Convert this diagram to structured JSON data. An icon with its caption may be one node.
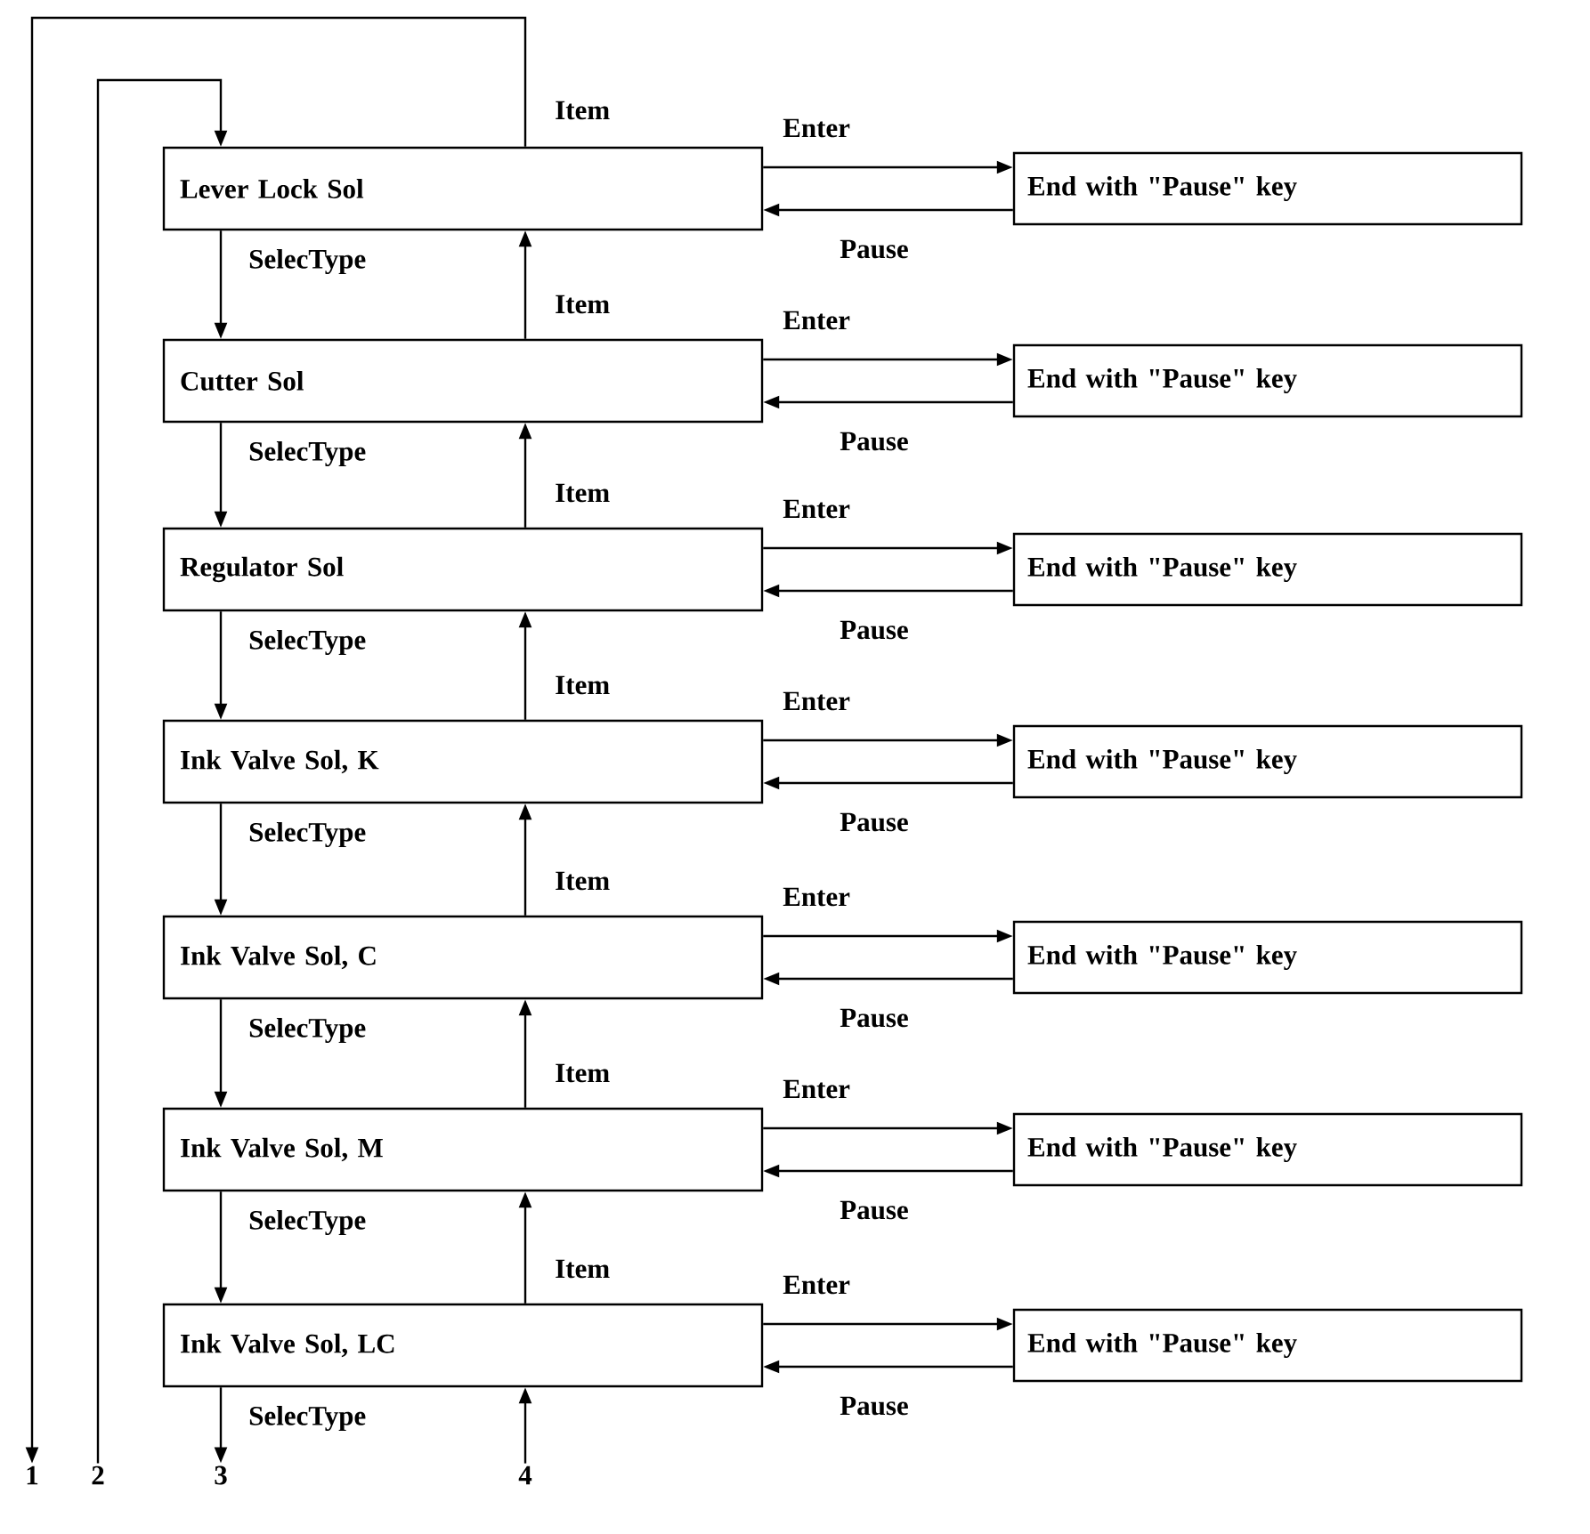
{
  "diagram": {
    "nodes": [
      {
        "text": [
          "Lever Lock Sol"
        ]
      },
      {
        "text": [
          "End with \"Pause\" key"
        ]
      },
      {
        "text": [
          "Cutter Sol"
        ]
      },
      {
        "text": [
          "End with \"Pause\" key"
        ]
      },
      {
        "text": [
          "Regulator Sol"
        ]
      },
      {
        "text": [
          "End with \"Pause\" key"
        ]
      },
      {
        "text": [
          "Ink Valve Sol, K"
        ]
      },
      {
        "text": [
          "End with \"Pause\" key"
        ]
      },
      {
        "text": [
          "Ink Valve Sol, C"
        ]
      },
      {
        "text": [
          "End with \"Pause\" key"
        ]
      },
      {
        "text": [
          "Ink Valve Sol, M"
        ]
      },
      {
        "text": [
          "End with \"Pause\" key"
        ]
      },
      {
        "text": [
          "Ink Valve Sol, LC"
        ]
      },
      {
        "text": [
          "End with \"Pause\" key"
        ]
      },
      {
        "text": [
          "1"
        ]
      },
      {
        "text": [
          "2"
        ]
      },
      {
        "text": [
          "3"
        ]
      },
      {
        "text": [
          "4"
        ]
      }
    ],
    "edges": [
      {
        "from": 0,
        "to": 1,
        "arrow": "to",
        "label": "Enter"
      },
      {
        "from": 1,
        "to": 0,
        "arrow": "to",
        "label": "Pause"
      },
      {
        "from": 0,
        "to": 2,
        "arrow": "to",
        "label": "SelecType"
      },
      {
        "from": 2,
        "to": 0,
        "arrow": "to",
        "label": "Item"
      },
      {
        "from": 2,
        "to": 3,
        "arrow": "to",
        "label": "Enter"
      },
      {
        "from": 3,
        "to": 2,
        "arrow": "to",
        "label": "Pause"
      },
      {
        "from": 2,
        "to": 4,
        "arrow": "to",
        "label": "SelecType"
      },
      {
        "from": 4,
        "to": 2,
        "arrow": "to",
        "label": "Item"
      },
      {
        "from": 4,
        "to": 5,
        "arrow": "to",
        "label": "Enter"
      },
      {
        "from": 5,
        "to": 4,
        "arrow": "to",
        "label": "Pause"
      },
      {
        "from": 4,
        "to": 6,
        "arrow": "to",
        "label": "SelecType"
      },
      {
        "from": 6,
        "to": 4,
        "arrow": "to",
        "label": "Item"
      },
      {
        "from": 6,
        "to": 7,
        "arrow": "to",
        "label": "Enter"
      },
      {
        "from": 7,
        "to": 6,
        "arrow": "to",
        "label": "Pause"
      },
      {
        "from": 6,
        "to": 8,
        "arrow": "to",
        "label": "SelecType"
      },
      {
        "from": 8,
        "to": 6,
        "arrow": "to",
        "label": "Item"
      },
      {
        "from": 8,
        "to": 9,
        "arrow": "to",
        "label": "Enter"
      },
      {
        "from": 9,
        "to": 8,
        "arrow": "to",
        "label": "Pause"
      },
      {
        "from": 8,
        "to": 10,
        "arrow": "to",
        "label": "SelecType"
      },
      {
        "from": 10,
        "to": 8,
        "arrow": "to",
        "label": "Item"
      },
      {
        "from": 10,
        "to": 11,
        "arrow": "to",
        "label": "Enter"
      },
      {
        "from": 11,
        "to": 10,
        "arrow": "to",
        "label": "Pause"
      },
      {
        "from": 10,
        "to": 12,
        "arrow": "to",
        "label": "SelecType"
      },
      {
        "from": 12,
        "to": 10,
        "arrow": "to",
        "label": "Item"
      },
      {
        "from": 12,
        "to": 13,
        "arrow": "to",
        "label": "Enter"
      },
      {
        "from": 13,
        "to": 12,
        "arrow": "to",
        "label": "Pause"
      },
      {
        "from": 12,
        "to": 16,
        "arrow": "to",
        "label": "SelecType"
      },
      {
        "from": 17,
        "to": 12,
        "arrow": "to"
      },
      {
        "from": 0,
        "to": 14,
        "arrow": "to",
        "label": "Item"
      },
      {
        "from": 15,
        "to": 0,
        "arrow": "to"
      }
    ]
  }
}
